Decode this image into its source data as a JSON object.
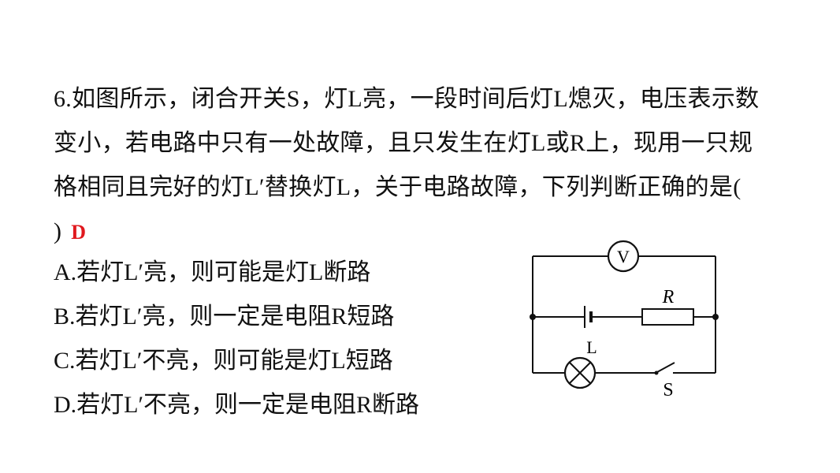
{
  "question": {
    "lines": [
      "6.如图所示，闭合开关S，灯L亮，一段时间后灯L熄灭，电压表示数",
      "变小，若电路中只有一处故障，且只发生在灯L或R上，现用一只规",
      "格相同且完好的灯L′替换灯L，关于电路故障，下列判断正确的是(",
      ")"
    ],
    "answer": "D"
  },
  "options": [
    "A.若灯L′亮，则可能是灯L断路",
    "B.若灯L′亮，则一定是电阻R短路",
    "C.若灯L′不亮，则可能是灯L短路",
    "D.若灯L′不亮，则一定是电阻R断路"
  ],
  "circuit": {
    "voltmeter_label": "V",
    "resistor_label": "R",
    "lamp_label": "L",
    "switch_label": "S"
  }
}
